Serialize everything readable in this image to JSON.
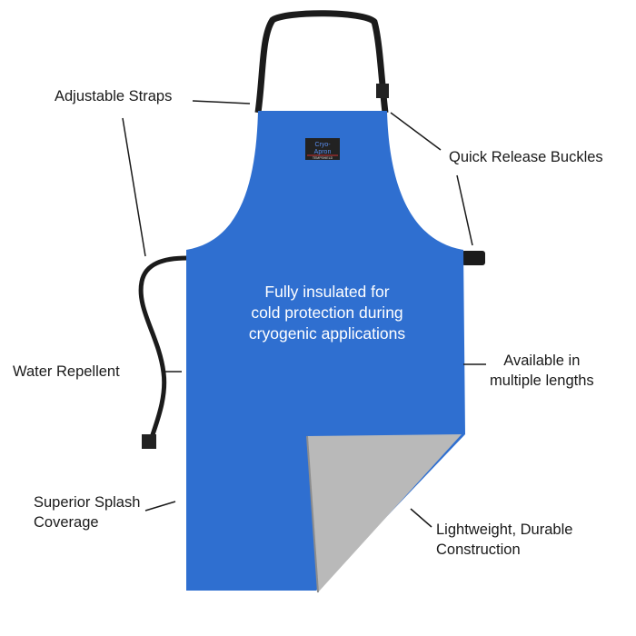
{
  "product": {
    "logo_text": [
      "Cryo-",
      "Apron",
      "TEMPSHIELD"
    ],
    "colors": {
      "apron_blue": "#2f6fd0",
      "lining_gray": "#b9b9b9",
      "strap_black": "#1b1b1b"
    }
  },
  "center_text": [
    "Fully insulated for",
    "cold protection during",
    "cryogenic applications"
  ],
  "callouts": {
    "straps": "Adjustable Straps",
    "buckles": "Quick Release Buckles",
    "water": "Water Repellent",
    "lengths": [
      "Available in",
      "multiple lengths"
    ],
    "splash": [
      "Superior Splash",
      "Coverage"
    ],
    "lightweight": [
      "Lightweight, Durable",
      "Construction"
    ]
  }
}
